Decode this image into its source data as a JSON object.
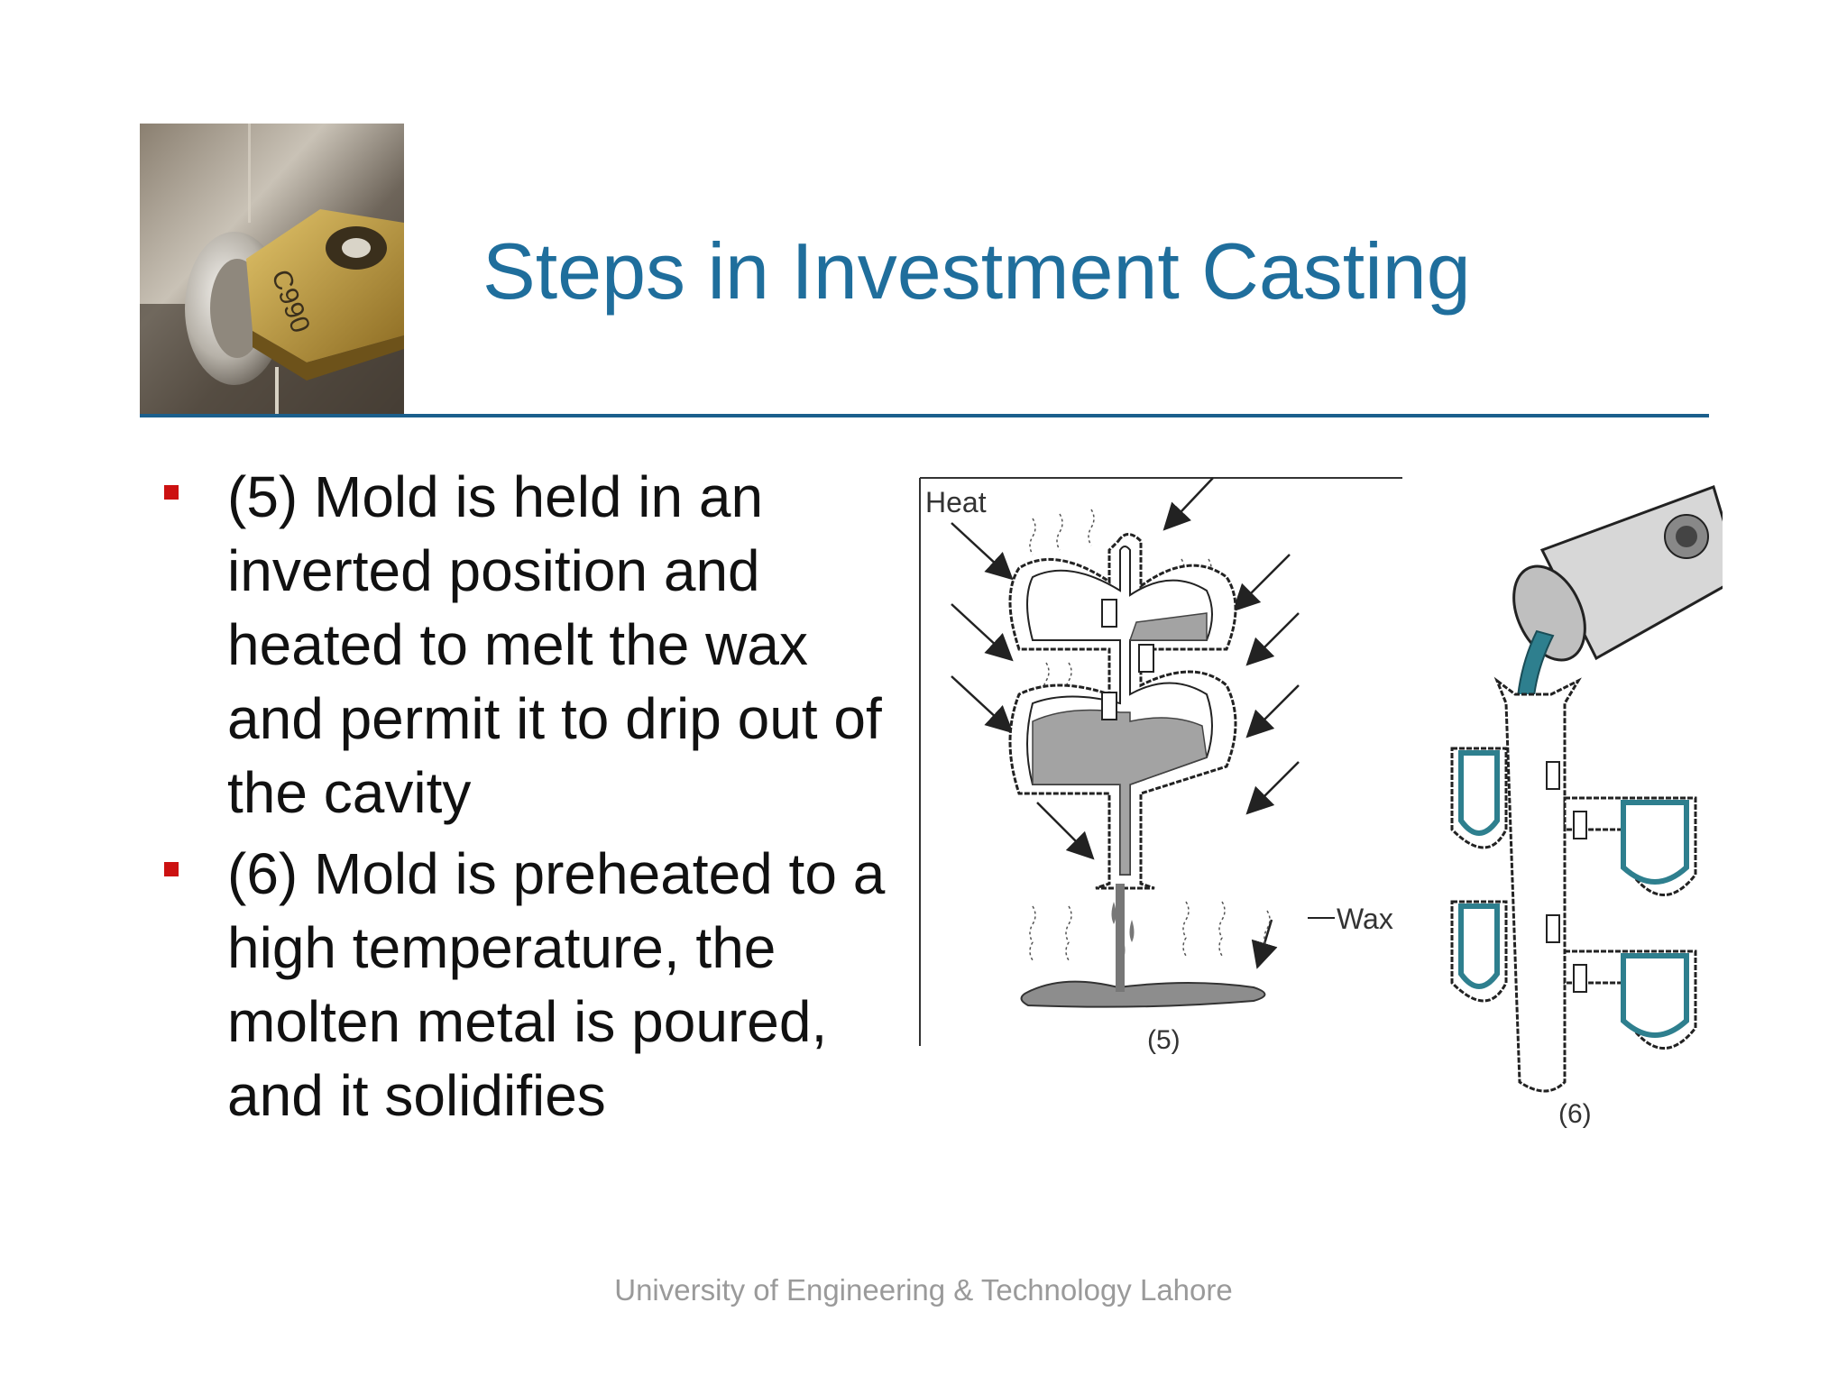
{
  "slide": {
    "title": "Steps in Investment Casting",
    "bullets": [
      {
        "text": "(5) Mold is held in an inverted position and heated to melt the wax and permit it to drip out of the cavity"
      },
      {
        "text": "(6) Mold is preheated to a high temperature, the molten metal is poured, and it solidifies"
      }
    ],
    "figure": {
      "heat_label": "Heat",
      "wax_label": "Wax",
      "caption_5": "(5)",
      "caption_6": "(6)"
    },
    "corner_photo_text": "C990",
    "footer": "University of Engineering & Technology Lahore"
  },
  "colors": {
    "title": "#1f6e9c",
    "rule": "#1b5f8c",
    "bullet_marker": "#cc1111",
    "molten_metal": "#2e7f8e",
    "wax_fill": "#9a9a9a",
    "footer": "#9a9a9a"
  },
  "icons": {
    "bullet": "red-square-bullet-icon",
    "corner_image": "cutting-tool-photo"
  }
}
